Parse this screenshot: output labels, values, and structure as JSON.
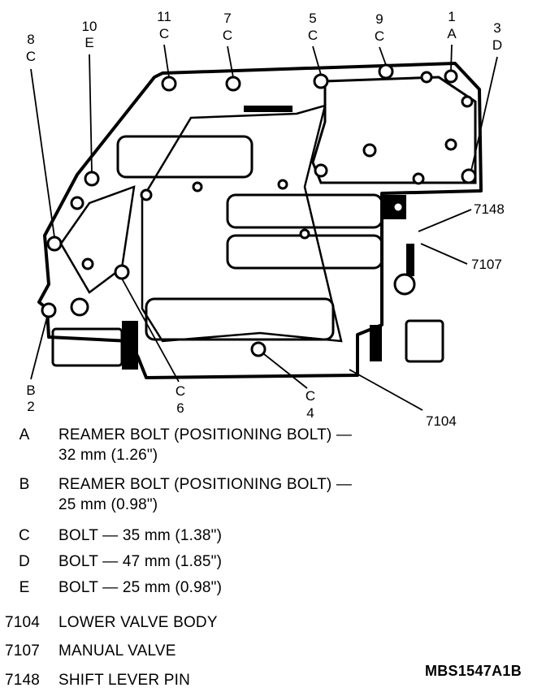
{
  "callouts": {
    "c1": [
      "1",
      "A"
    ],
    "c3": [
      "3",
      "D"
    ],
    "c5": [
      "5",
      "C"
    ],
    "c7": [
      "7",
      "C"
    ],
    "c8": [
      "8",
      "C"
    ],
    "c9": [
      "9",
      "C"
    ],
    "c10": [
      "10",
      "E"
    ],
    "c11": [
      "11",
      "C"
    ],
    "c2": [
      "B",
      "2"
    ],
    "c6": [
      "C",
      "6"
    ],
    "c4": [
      "C",
      "4"
    ],
    "p7148": "7148",
    "p7107": "7107",
    "p7104": "7104"
  },
  "legend": [
    {
      "code": "A",
      "lines": [
        "REAMER BOLT (POSITIONING BOLT) —",
        "32 mm (1.26\")"
      ]
    },
    {
      "code": "B",
      "lines": [
        "REAMER BOLT (POSITIONING BOLT) —",
        "25 mm (0.98\")"
      ]
    },
    {
      "code": "C",
      "lines": [
        "BOLT — 35 mm (1.38\")"
      ]
    },
    {
      "code": "D",
      "lines": [
        "BOLT — 47 mm (1.85\")"
      ]
    },
    {
      "code": "E",
      "lines": [
        "BOLT — 25 mm (0.98\")"
      ]
    },
    {
      "code": "7104",
      "lines": [
        "LOWER VALVE BODY"
      ]
    },
    {
      "code": "7107",
      "lines": [
        "MANUAL VALVE"
      ]
    },
    {
      "code": "7148",
      "lines": [
        "SHIFT LEVER PIN"
      ]
    }
  ],
  "figure_id": "MBS1547A1B"
}
